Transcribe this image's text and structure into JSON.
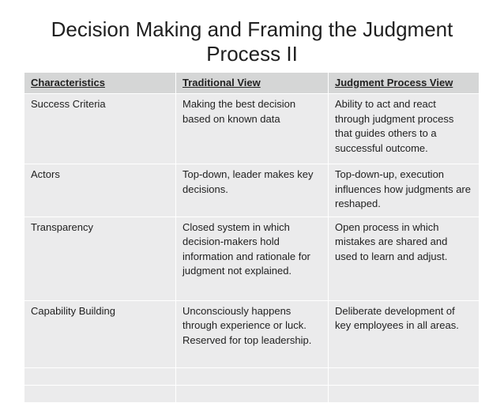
{
  "title": "Decision Making and Framing the Judgment Process II",
  "table": {
    "headers": [
      "Characteristics",
      "Traditional View",
      "Judgment Process View"
    ],
    "rows": [
      [
        "Success Criteria",
        "Making the best decision based on known data",
        "Ability to act and react through judgment process that guides others to a successful outcome."
      ],
      [
        "Actors",
        "Top-down, leader makes key decisions.",
        "Top-down-up, execution influences how judgments are reshaped."
      ],
      [
        "Transparency",
        "Closed system in which decision-makers hold information and rationale for judgment not explained.",
        "Open process in which mistakes are shared and used to learn and adjust."
      ],
      [
        "Capability Building",
        "Unconsciously happens through experience or luck. Reserved for top leadership.",
        "Deliberate development of key employees in all areas."
      ],
      [
        "",
        "",
        ""
      ],
      [
        "",
        "",
        ""
      ]
    ]
  },
  "colors": {
    "header_bg": "#d5d6d6",
    "cell_bg": "#ebebec",
    "border": "#ffffff",
    "text": "#1f1f1f"
  }
}
